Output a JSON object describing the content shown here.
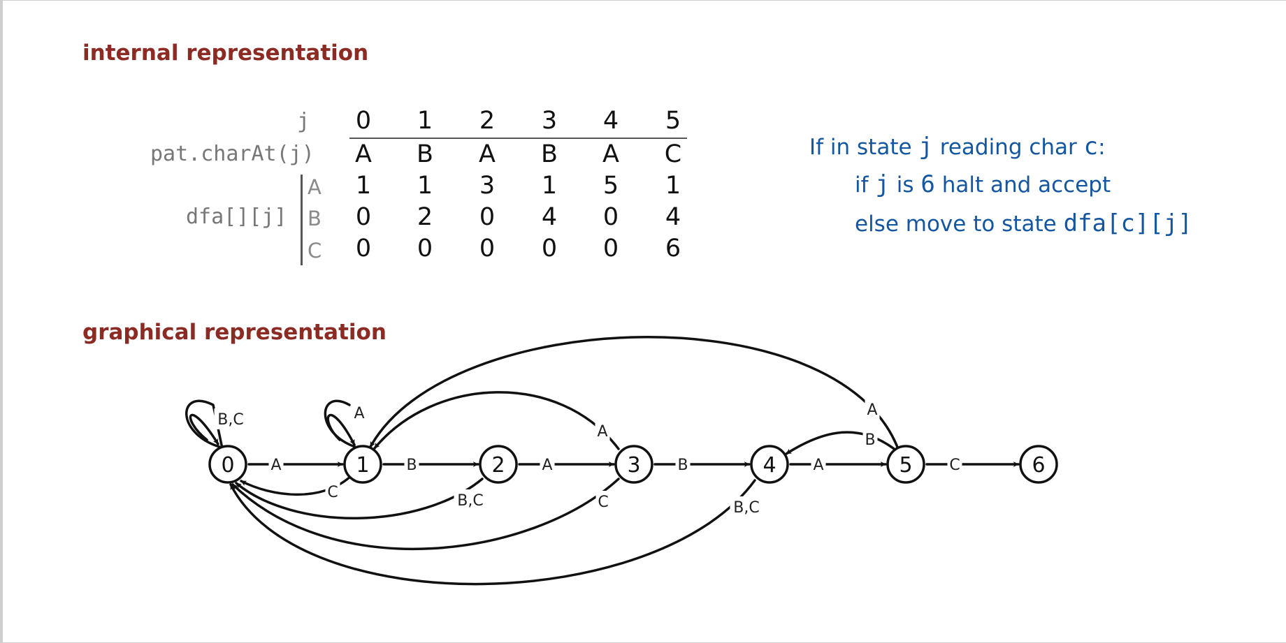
{
  "titles": {
    "internal": "internal representation",
    "graphical": "graphical representation"
  },
  "table": {
    "j_label": "j",
    "pattern_label": "pat.charAt(j)",
    "dfa_label": "dfa[][j]",
    "columns": [
      "0",
      "1",
      "2",
      "3",
      "4",
      "5"
    ],
    "pattern": [
      "A",
      "B",
      "A",
      "B",
      "A",
      "C"
    ],
    "rows": [
      {
        "char": "A",
        "values": [
          "1",
          "1",
          "3",
          "1",
          "5",
          "1"
        ]
      },
      {
        "char": "B",
        "values": [
          "0",
          "2",
          "0",
          "4",
          "0",
          "4"
        ]
      },
      {
        "char": "C",
        "values": [
          "0",
          "0",
          "0",
          "0",
          "0",
          "6"
        ]
      }
    ]
  },
  "note": {
    "line1_pre": "If in state ",
    "line1_var": "j",
    "line1_mid": " reading char ",
    "line1_char": "c",
    "line1_post": ":",
    "line2_pre": "if ",
    "line2_var": "j",
    "line2_mid": " is ",
    "line2_num": "6",
    "line2_post": " halt and accept",
    "line3_pre": "else move to state ",
    "line3_code": "dfa[c][j]"
  },
  "diagram": {
    "states": [
      "0",
      "1",
      "2",
      "3",
      "4",
      "5",
      "6"
    ],
    "edge_labels": {
      "self0": "B,C",
      "self1": "A",
      "e01": "A",
      "e12": "B",
      "e23": "A",
      "e34": "B",
      "e45": "A",
      "e56": "C",
      "e10": "C",
      "e20": "B,C",
      "e30": "C",
      "e40": "B,C",
      "e31": "A",
      "e51": "A",
      "e54": "B"
    }
  }
}
